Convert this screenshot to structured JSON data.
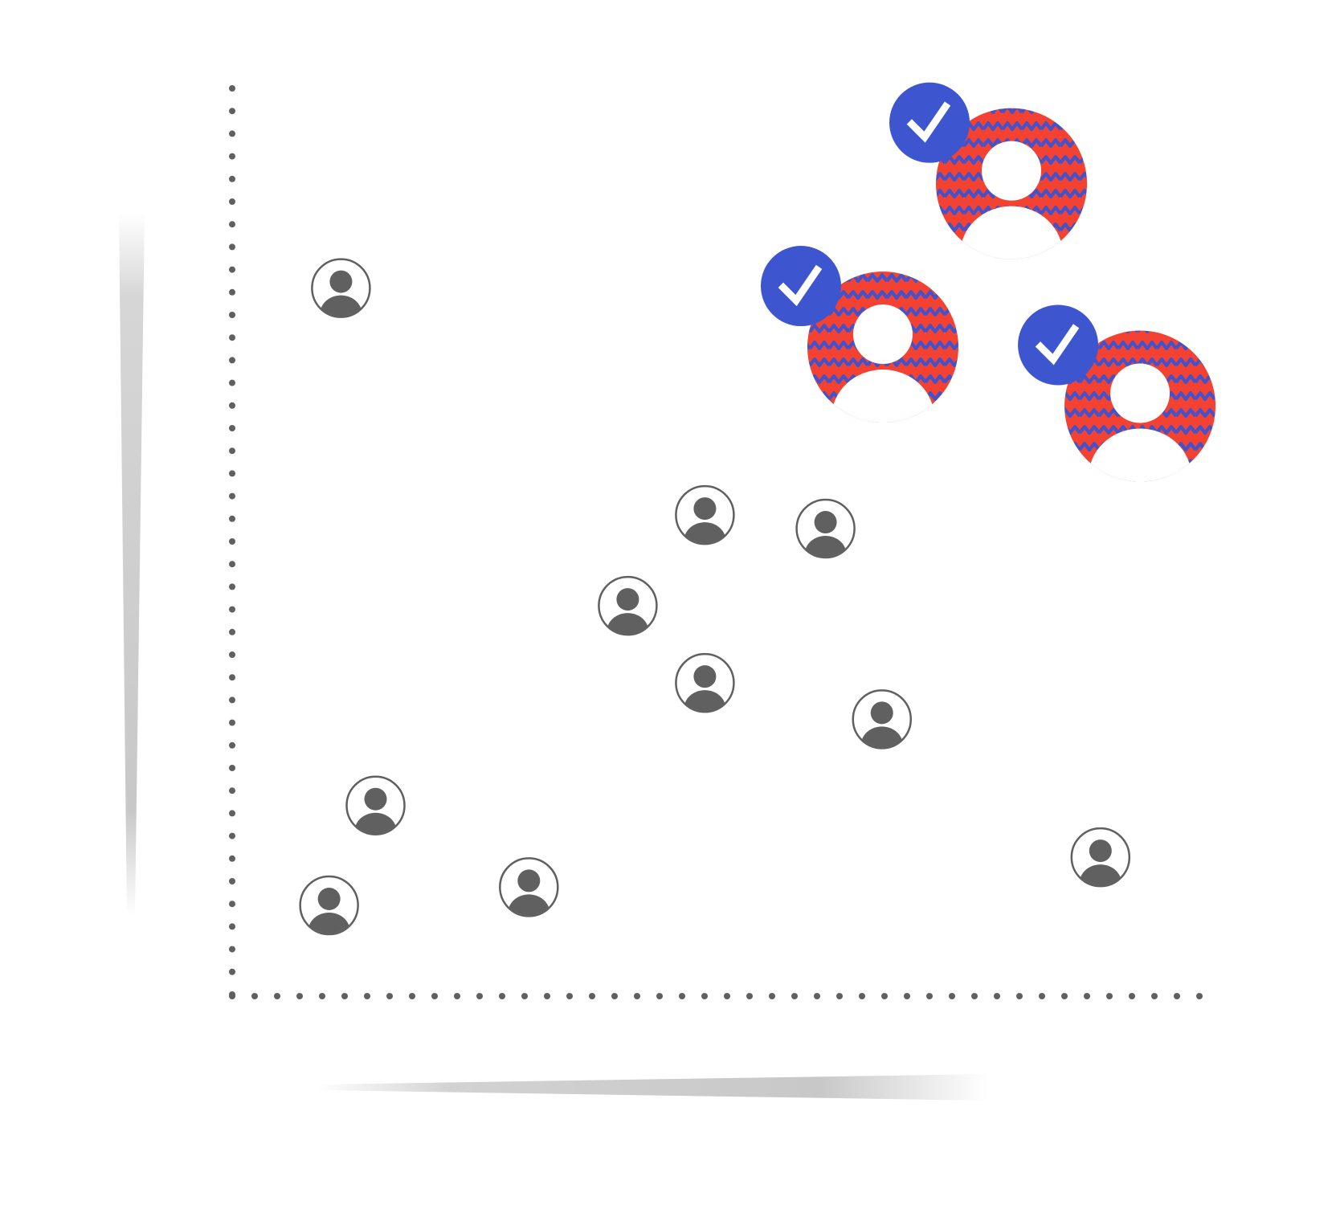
{
  "colors": {
    "axis_dot": "#606060",
    "person_gray": "#606060",
    "highlight_red": "#f34232",
    "zigzag_blue": "#4052cc",
    "badge_blue": "#3d55cf",
    "badge_check": "#ffffff",
    "shadow_gray": "#c6c6c6",
    "background": "#ffffff"
  },
  "icons": {
    "person": "person-avatar-icon",
    "selected_badge": "checkmark-badge-icon"
  },
  "points": [
    {
      "x": 0.11,
      "y": 0.78,
      "selected": false
    },
    {
      "x": 0.145,
      "y": 0.21,
      "selected": false
    },
    {
      "x": 0.098,
      "y": 0.1,
      "selected": false
    },
    {
      "x": 0.3,
      "y": 0.12,
      "selected": false
    },
    {
      "x": 0.4,
      "y": 0.43,
      "selected": false
    },
    {
      "x": 0.478,
      "y": 0.53,
      "selected": false
    },
    {
      "x": 0.478,
      "y": 0.345,
      "selected": false
    },
    {
      "x": 0.6,
      "y": 0.515,
      "selected": false
    },
    {
      "x": 0.657,
      "y": 0.305,
      "selected": false
    },
    {
      "x": 0.878,
      "y": 0.153,
      "selected": false
    },
    {
      "x": 0.658,
      "y": 0.715,
      "selected": true
    },
    {
      "x": 0.788,
      "y": 0.895,
      "selected": true
    },
    {
      "x": 0.918,
      "y": 0.65,
      "selected": true
    }
  ]
}
